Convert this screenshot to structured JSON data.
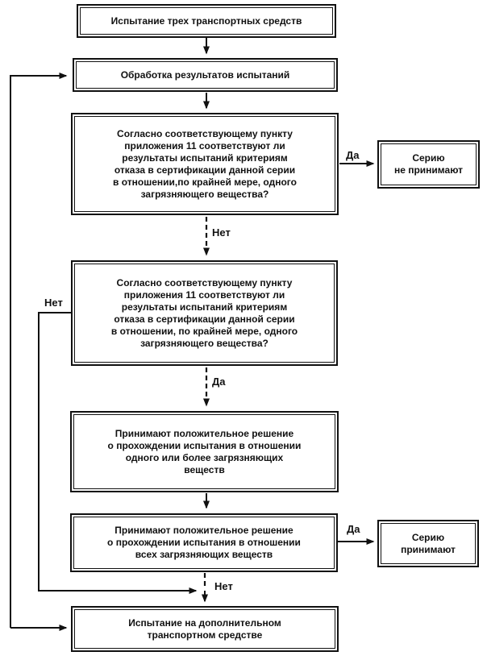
{
  "diagram": {
    "type": "flowchart",
    "language": "ru",
    "nodes": {
      "test_three": "Испытание трех транспортных средств",
      "processing": "Обработка результатов испытаний",
      "question_fail": "Согласно соответствующему пункту\nприложения 11 соответствуют ли\nрезультаты испытаний критериям\nотказа в сертификации данной серии\nв отношении,по крайней мере, одного\nзагрязняющего вещества?",
      "question_pass": "Согласно соответствующему пункту\nприложения 11 соответствуют ли\nрезультаты испытаний критериям\nотказа в сертификации данной серии\nв отношении, по крайней мере, одного\nзагрязняющего вещества?",
      "decision_one_or_more": "Принимают положительное решение\nо прохождении испытания в отношении\nодного или более загрязняющих\nвеществ",
      "decision_all": "Принимают положительное решение\nо прохождении испытания в отношении\nвсех загрязняющих веществ",
      "series_rejected": "Серию\nне принимают",
      "series_accepted": "Серию\nпринимают",
      "additional_test": "Испытание на дополнительном\nтранспортном средстве"
    },
    "edge_labels": {
      "q1_yes": "Да",
      "q1_no": "Нет",
      "q2_no": "Нет",
      "q2_yes": "Да",
      "q3_yes": "Да",
      "q3_no": "Нет"
    },
    "colors": {
      "ink": "#111111",
      "background": "#ffffff"
    }
  }
}
